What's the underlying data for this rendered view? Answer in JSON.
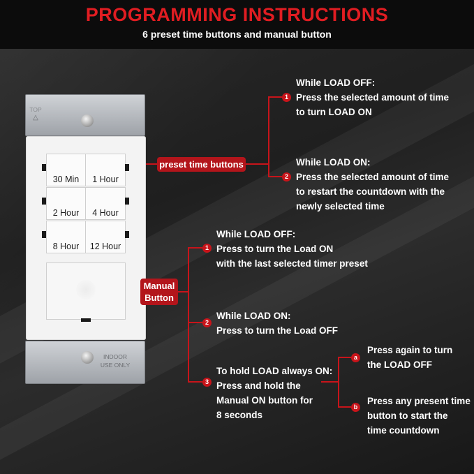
{
  "title": "PROGRAMMING INSTRUCTIONS",
  "subtitle": "6 preset time buttons and manual button",
  "colors": {
    "accent": "#c8141a",
    "background": "#1c1c1c",
    "text": "#ffffff"
  },
  "switch": {
    "yoke_top_label": "TOP",
    "yoke_bottom_label_1": "INDOOR",
    "yoke_bottom_label_2": "USE ONLY",
    "buttons": [
      "30 Min",
      "1 Hour",
      "2 Hour",
      "4 Hour",
      "8 Hour",
      "12 Hour"
    ]
  },
  "labels": {
    "preset": "preset time buttons",
    "manual_line1": "Manual",
    "manual_line2": "Button"
  },
  "preset_instructions": [
    {
      "badge": "1",
      "lines": [
        "While LOAD OFF:",
        "Press the selected amount of time",
        "to turn LOAD ON"
      ]
    },
    {
      "badge": "2",
      "lines": [
        "While LOAD ON:",
        "Press the selected amount of time",
        "to restart the countdown with the",
        "newly selected time"
      ]
    }
  ],
  "manual_instructions": [
    {
      "badge": "1",
      "lines": [
        "While LOAD OFF:",
        "Press to turn the Load ON",
        "with the last selected timer preset"
      ]
    },
    {
      "badge": "2",
      "lines": [
        "While LOAD ON:",
        "Press to turn the Load OFF"
      ]
    },
    {
      "badge": "3",
      "lines": [
        "To hold LOAD always ON:",
        "Press and hold the",
        "Manual ON button for",
        "8 seconds"
      ]
    }
  ],
  "hold_options": [
    {
      "badge": "a",
      "lines": [
        "Press again to turn",
        "the LOAD OFF"
      ]
    },
    {
      "badge": "b",
      "lines": [
        "Press any present time",
        "button to start the",
        "time countdown"
      ]
    }
  ]
}
